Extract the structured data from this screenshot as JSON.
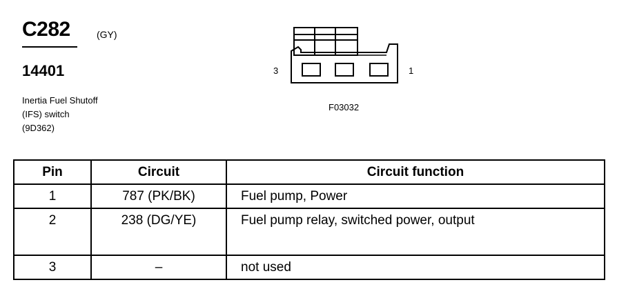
{
  "connector": {
    "id": "C282",
    "color": "(GY)",
    "part_number": "14401",
    "description_lines": [
      "Inertia Fuel Shutoff",
      "(IFS) switch",
      "(9D362)"
    ]
  },
  "diagram": {
    "left_pin_label": "3",
    "right_pin_label": "1",
    "figure_code": "F03032"
  },
  "table": {
    "headers": [
      "Pin",
      "Circuit",
      "Circuit function"
    ],
    "rows": [
      {
        "pin": "1",
        "circuit": "787 (PK/BK)",
        "function": "Fuel pump, Power"
      },
      {
        "pin": "2",
        "circuit": "238 (DG/YE)",
        "function": "Fuel pump relay, switched power, output"
      },
      {
        "pin": "3",
        "circuit": "–",
        "function": "not used"
      }
    ]
  }
}
